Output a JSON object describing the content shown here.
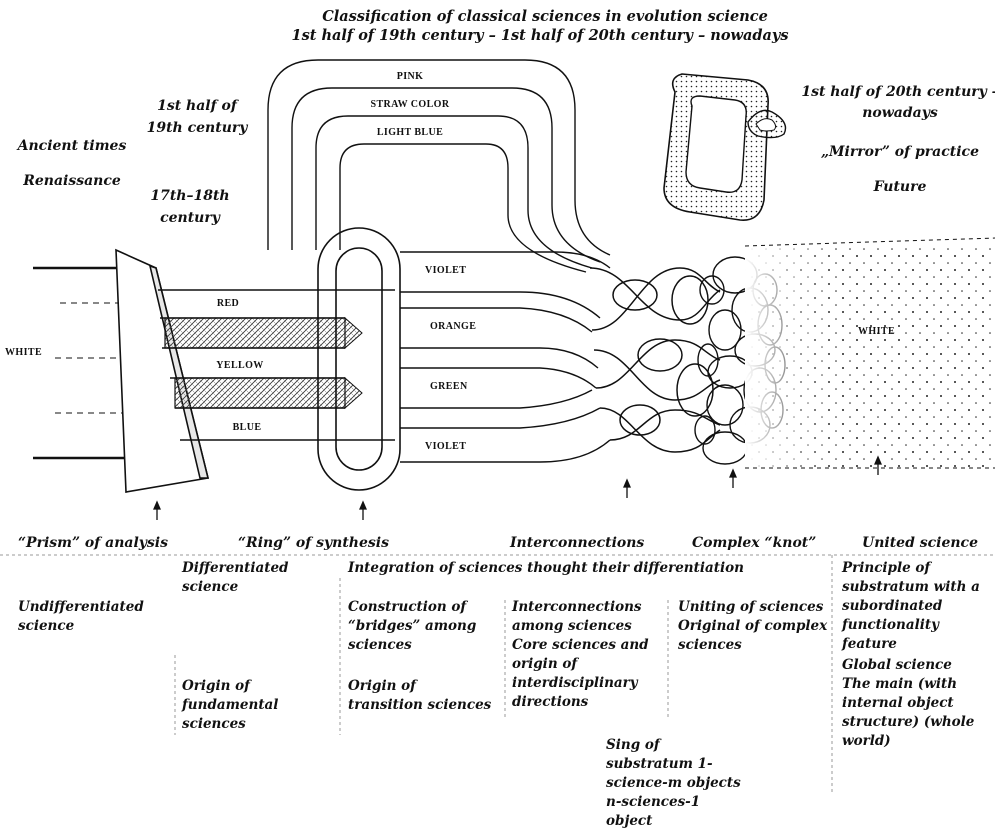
{
  "title": {
    "line1": "Classification of classical sciences in evolution science",
    "line2": "1st half of 19th century – 1st half of 20th century – nowadays"
  },
  "eras": {
    "first_half_19": "1st half of 19th century",
    "ancient": "Ancient times",
    "renaissance": "Renaissance",
    "c17_18": "17th–18th century",
    "first_half_20": "1st half of 20th century – nowadays",
    "mirror": "„Mirror” of practice",
    "future": "Future"
  },
  "bands": {
    "top": [
      "PINK",
      "STRAW COLOR",
      "LIGHT BLUE"
    ],
    "prism": [
      "RED",
      "YELLOW",
      "BLUE"
    ],
    "ring": [
      "VIOLET",
      "ORANGE",
      "GREEN",
      "VIOLET"
    ],
    "white_left": "WHITE",
    "white_right": "WHITE"
  },
  "stages": [
    "“Prism” of analysis",
    "“Ring” of synthesis",
    "Interconnections",
    "Complex “knot”",
    "United science"
  ],
  "columns": {
    "undifferentiated": "Undifferentiated science",
    "differentiated": "Differentiated science",
    "fundamental": "Origin of fundamental sciences",
    "integration": "Integration of sciences thought their differentiation",
    "bridges": "Construction of “bridges” among sciences",
    "transition": "Origin of transition sciences",
    "interconnections": "Interconnections among sciences Core sciences and origin of interdisciplinary directions",
    "uniting": "Uniting of sciences Original of complex sciences",
    "sing": "Sing of substratum 1-science-m objects n-sciences-1 object",
    "principle": "Principle of substratum with a subordinated functionality feature",
    "global": "Global science The main (with internal object structure) (whole world)"
  }
}
